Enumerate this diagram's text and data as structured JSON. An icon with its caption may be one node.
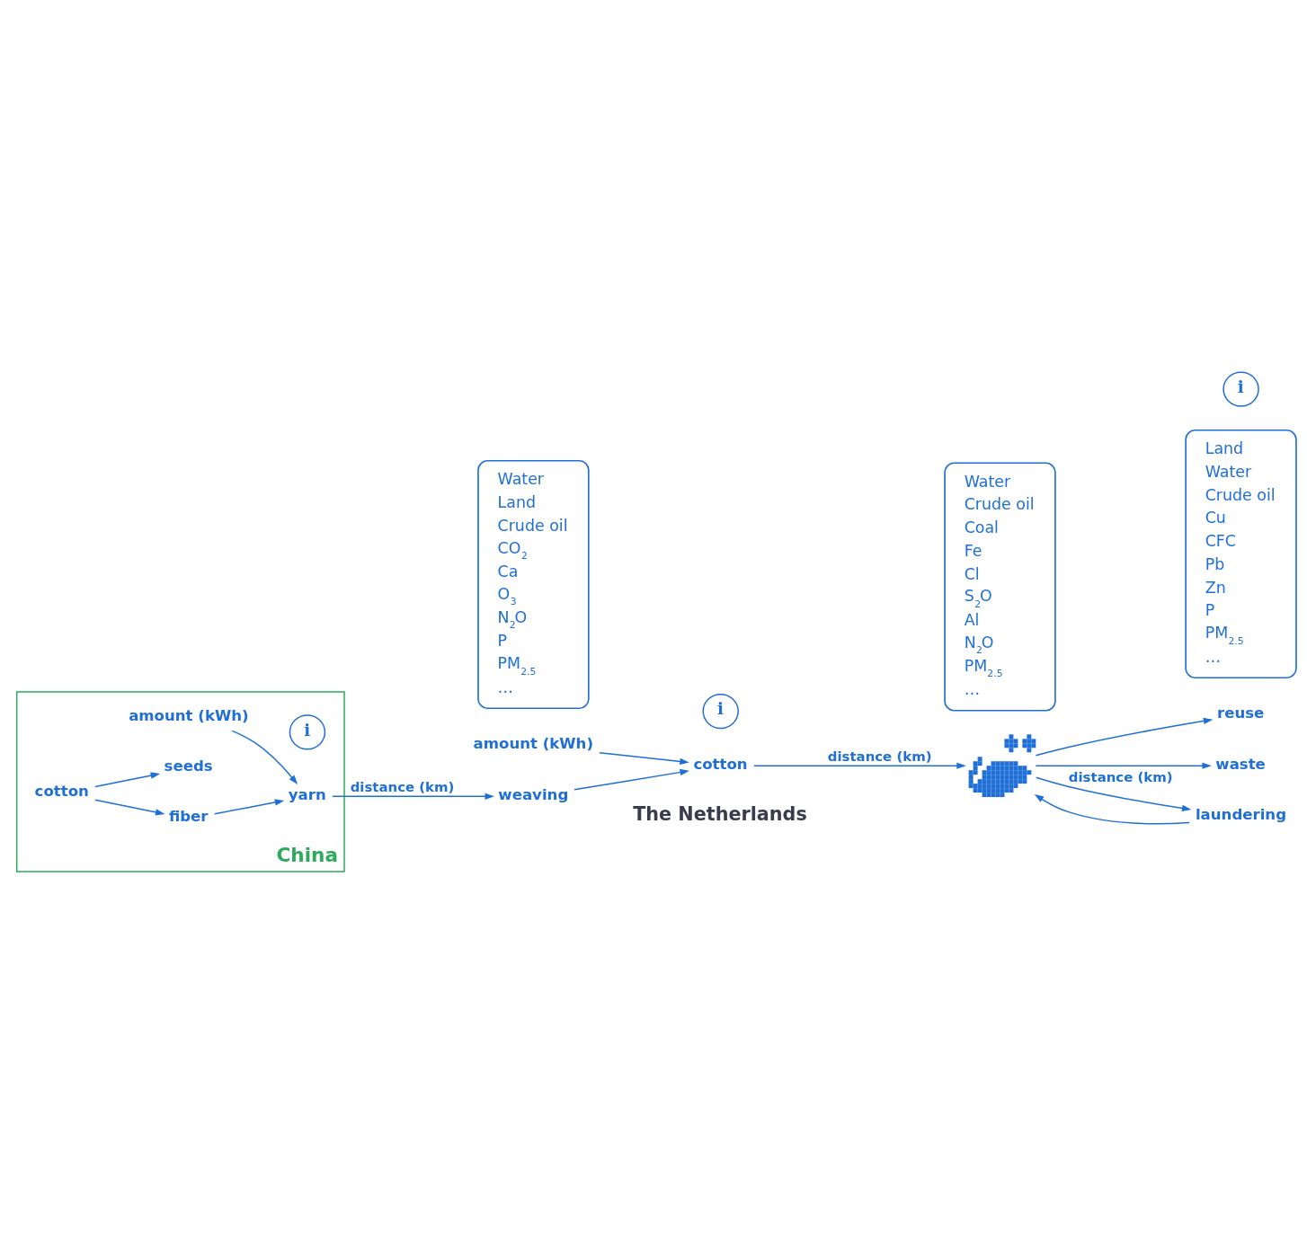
{
  "diagram": {
    "nodes": [
      {
        "text": [
          "China"
        ]
      },
      {
        "text": [
          "amount (kWh)"
        ],
        "in": 0
      },
      {
        "text": [
          "i"
        ],
        "in": 0
      },
      {
        "text": [
          "yarn"
        ],
        "in": 0
      },
      {
        "text": [
          "fiber"
        ],
        "in": 0
      },
      {
        "text": [
          "cotton"
        ],
        "in": 0
      },
      {
        "text": [
          "seeds"
        ],
        "in": 0
      },
      {
        "text": [
          "weaving"
        ]
      },
      {
        "text": [
          "Water",
          "Land",
          "Crude oil",
          "CO$_{2}$",
          "Ca",
          "O$_{3}$",
          "N$_{2}$O",
          "P",
          "PM$_{2.5}$",
          "…"
        ]
      },
      {
        "text": [
          "amount (kWh)"
        ]
      },
      {
        "text": [
          "cotton"
        ]
      },
      {
        "text": [
          "i"
        ]
      },
      {
        "text": [],
        "shape": "picture"
      },
      {
        "text": [
          "Water",
          "Crude oil",
          "Coal",
          "Fe",
          "Cl",
          "S$_{2}$O",
          "Al",
          "N$_{2}$O",
          "PM$_{2.5}$",
          "…"
        ]
      },
      {
        "text": [
          "reuse"
        ]
      },
      {
        "text": [
          "waste"
        ]
      },
      {
        "text": [
          "Land",
          "Water",
          "Crude oil",
          "Cu",
          "CFC",
          "Pb",
          "Zn",
          "P",
          "PM$_{2.5}$",
          "…"
        ]
      },
      {
        "text": [
          "i"
        ]
      },
      {
        "text": [
          "laundering"
        ]
      }
    ],
    "edges": [
      {
        "from": 5,
        "to": 6,
        "arrow": "to"
      },
      {
        "from": 5,
        "to": 4,
        "arrow": "to"
      },
      {
        "from": 4,
        "to": 3,
        "arrow": "to"
      },
      {
        "from": 1,
        "to": 3,
        "arrow": "to"
      },
      {
        "from": 3,
        "to": 7,
        "arrow": "to",
        "label": "distance (km)"
      },
      {
        "from": 7,
        "to": 10,
        "arrow": "to"
      },
      {
        "from": 9,
        "to": 10,
        "arrow": "to"
      },
      {
        "from": 10,
        "to": 12,
        "arrow": "to",
        "label": "distance (km)"
      },
      {
        "from": 12,
        "to": 14,
        "arrow": "to"
      },
      {
        "from": 12,
        "to": 15,
        "arrow": "to"
      },
      {
        "from": 12,
        "to": 18,
        "arrow": "to",
        "label": "distance (km)"
      },
      {
        "from": 18,
        "to": 12,
        "arrow": "to"
      }
    ],
    "labels": [
      "The Netherlands"
    ]
  }
}
